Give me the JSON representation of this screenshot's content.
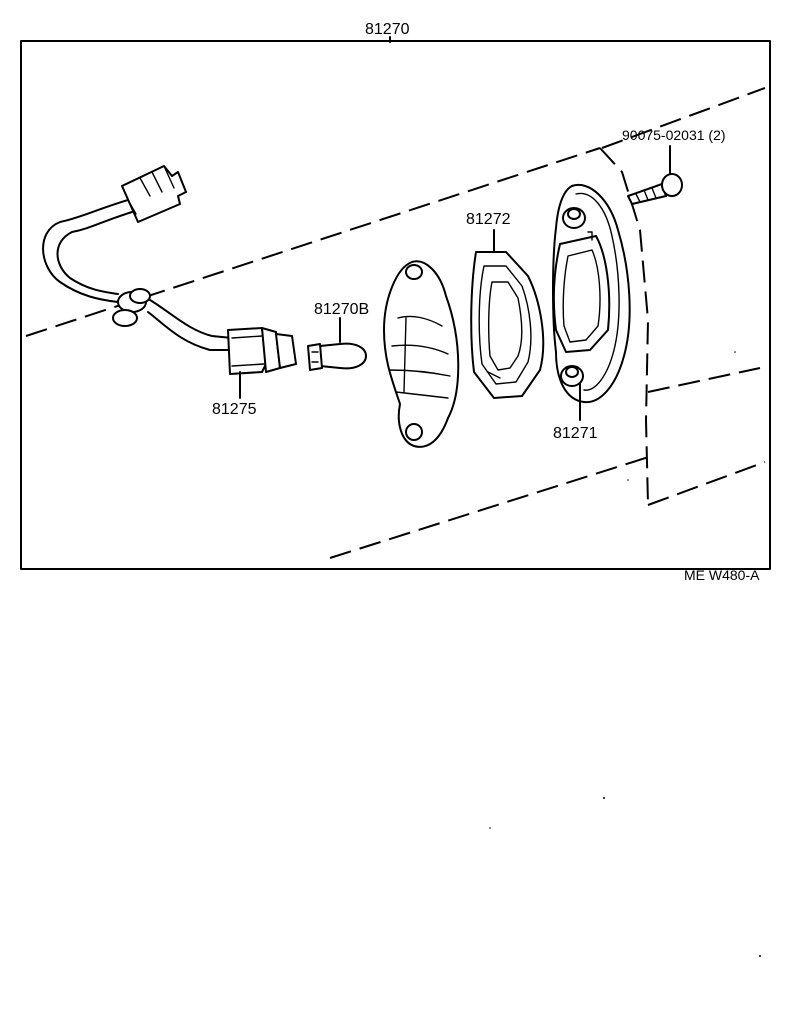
{
  "diagram": {
    "assembly_label": "81270",
    "footer_code": "ME W480-A",
    "parts": {
      "harness": "81275",
      "bulb": "81270B",
      "lens": "81272",
      "gasket_housing": "81271",
      "screw": "90075-02031 (2)"
    }
  }
}
